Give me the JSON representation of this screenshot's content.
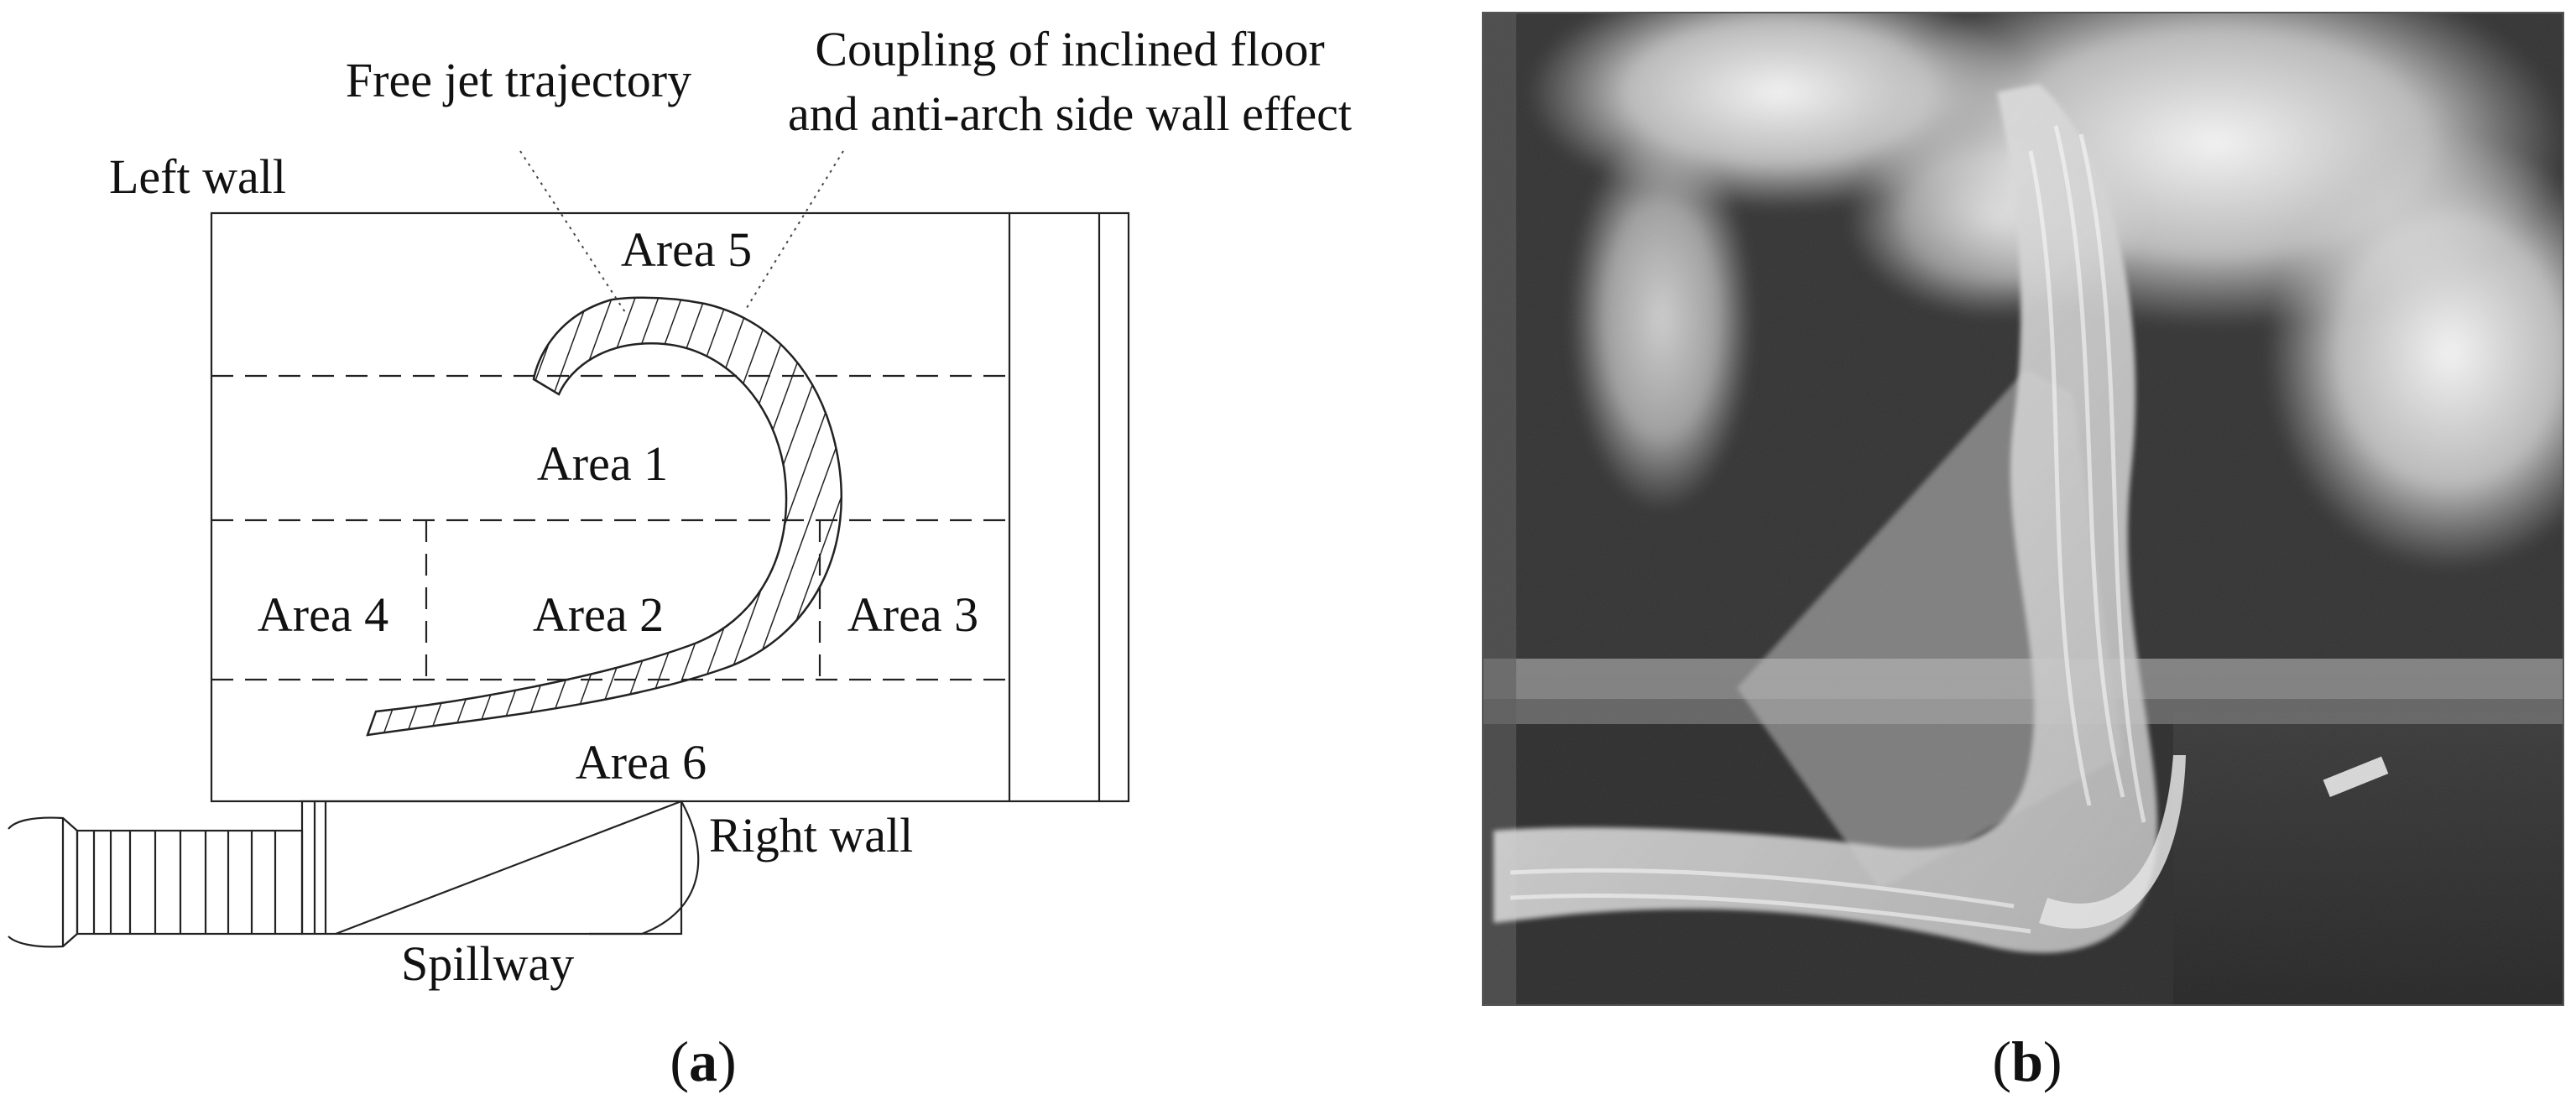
{
  "diagram": {
    "notes": {
      "free_jet": "Free jet trajectory",
      "coupling_line1": "Coupling of inclined floor",
      "coupling_line2": "and anti-arch side wall effect"
    },
    "walls": {
      "left": "Left wall",
      "right": "Right wall",
      "spillway": "Spillway"
    },
    "areas": {
      "area1": "Area 1",
      "area2": "Area 2",
      "area3": "Area 3",
      "area4": "Area 4",
      "area5": "Area 5",
      "area6": "Area 6"
    }
  },
  "panels": {
    "a": {
      "open": "(",
      "letter": "a",
      "close": ")"
    },
    "b": {
      "open": "(",
      "letter": "b",
      "close": ")"
    }
  },
  "photo": {
    "colors": {
      "dark_water": "#2d2d2d",
      "foam": "#f2f2f2",
      "acrylic": "#9a9a9a"
    }
  }
}
